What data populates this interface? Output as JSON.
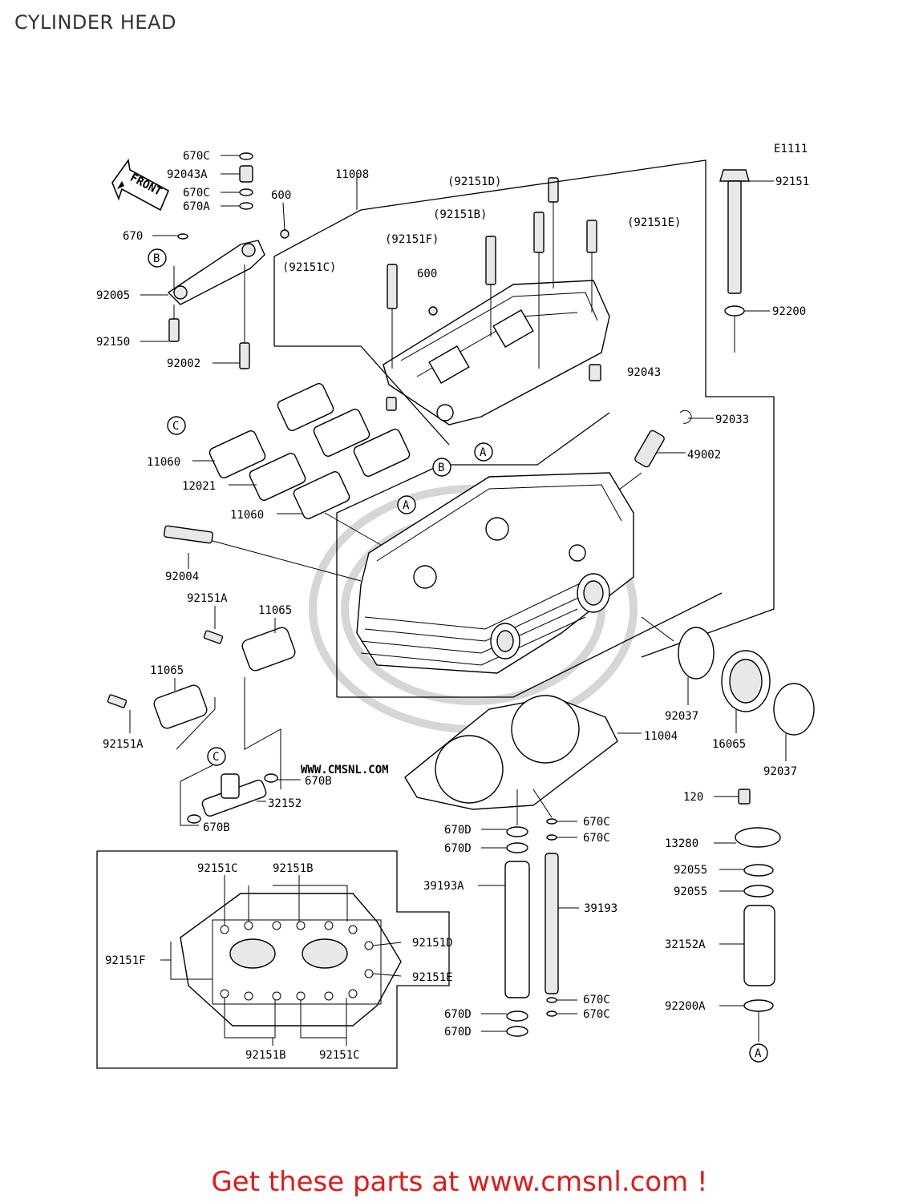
{
  "title": "CYLINDER HEAD",
  "diagram_code": "E1111",
  "front_label": "FRONT",
  "watermark": "WWW.CMSNL.COM",
  "footer_cta": "Get these parts at www.cmsnl.com !",
  "callouts": {
    "a": "A",
    "b": "B",
    "c": "C"
  },
  "part_labels": [
    "670C",
    "92043A",
    "670C",
    "670A",
    "600",
    "670",
    "92005",
    "92150",
    "92002",
    "11008",
    "(92151D)",
    "(92151B)",
    "(92151E)",
    "(92151F)",
    "(92151C)",
    "600",
    "92151",
    "92200",
    "92043",
    "92033",
    "49002",
    "11060",
    "12021",
    "11060",
    "92004",
    "92151A",
    "11065",
    "11065",
    "92151A",
    "670B",
    "32152",
    "670B",
    "11004",
    "92037",
    "16065",
    "92037",
    "670D",
    "670D",
    "670C",
    "670C",
    "39193A",
    "39193",
    "670D",
    "670D",
    "670C",
    "670C",
    "120",
    "13280",
    "92055",
    "92055",
    "32152A",
    "92200A",
    "92151C",
    "92151B",
    "92151D",
    "92151F",
    "92151E",
    "92151B",
    "92151C"
  ]
}
